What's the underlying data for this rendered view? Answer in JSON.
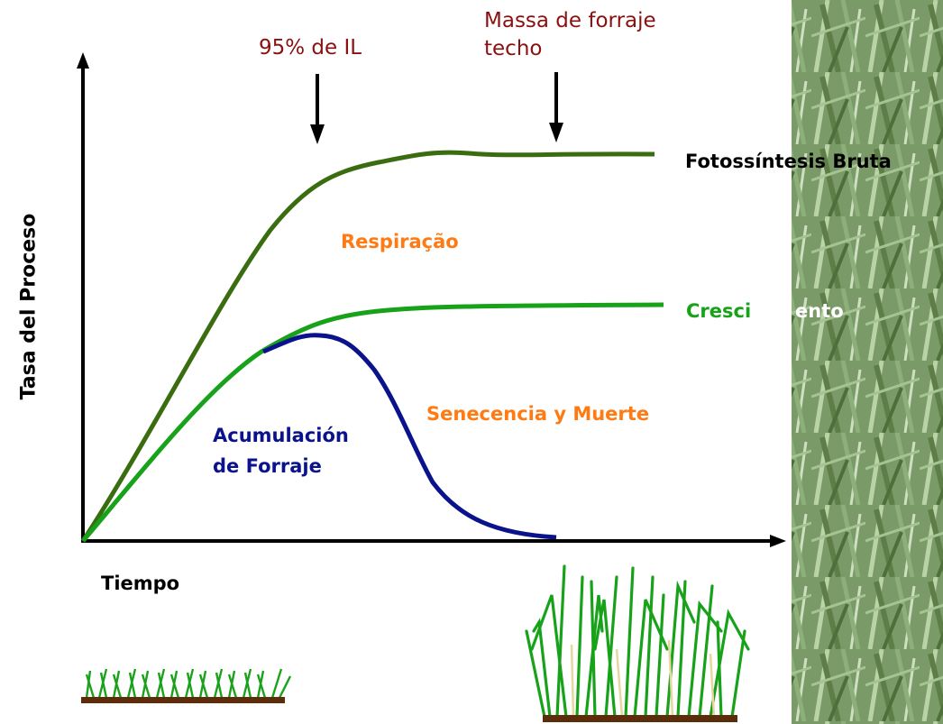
{
  "labels": {
    "il": "95% de IL",
    "ceiling": "Massa de forraje\ntecho",
    "gross": "Fotossíntesis Bruta",
    "respiration": "Respiração",
    "growth": "Cresci",
    "growth_tail": "ento",
    "senescence": "Senecencia y Muerte",
    "accumulation": "Acumulación\nde Forraje",
    "x_axis": "Tiempo",
    "y_axis": "Tasa del Proceso"
  },
  "colors": {
    "gross": "#3a6d10",
    "growth": "#17a21a",
    "accumulation": "#0b138c",
    "annotation": "#8b1010",
    "process": "#ff7a13",
    "soil": "#5c2d0b"
  },
  "icons": [
    "short-grass-icon",
    "tall-grass-icon",
    "grass-photo"
  ]
}
